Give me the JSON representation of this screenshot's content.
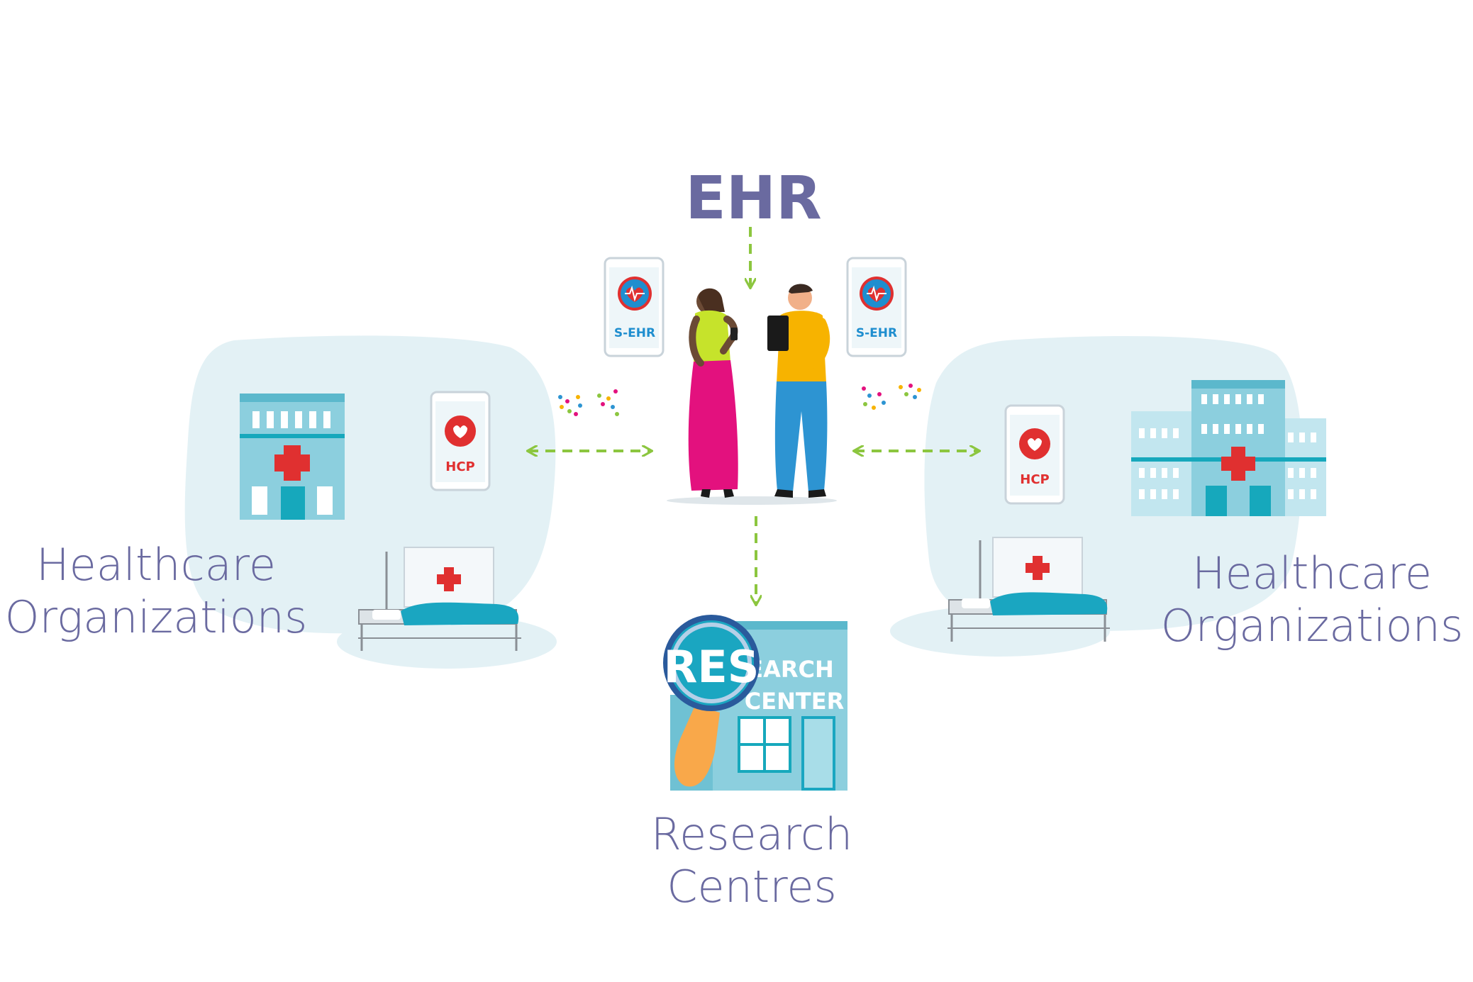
{
  "title": "EHR",
  "phones": {
    "patient_left": "S-EHR",
    "patient_right": "S-EHR",
    "hcp_left": "HCP",
    "hcp_right": "HCP"
  },
  "labels": {
    "left_org": [
      "Healthcare",
      "Organizations"
    ],
    "right_org": [
      "Healthcare",
      "Organizations"
    ],
    "research": [
      "Research",
      "Centres"
    ]
  },
  "research_sign": {
    "magnified": "RES",
    "line1": "EARCH",
    "line2": "CENTER"
  },
  "colors": {
    "label_text": "#6a6aa0",
    "arrow": "#8cc63f",
    "blob": "#e3f1f5",
    "building": "#8ccfde",
    "building_dark": "#16a8bc",
    "cross": "#e03030",
    "phone_text_blue": "#1f8ecf",
    "phone_text_red": "#e03030"
  },
  "icons": [
    "hospital-icon",
    "hospital-bed-icon",
    "smartphone-icon",
    "heart-icon",
    "patient-figure-icon",
    "doctor-figure-icon",
    "magnifier-icon",
    "research-building-icon",
    "data-dots-icon"
  ]
}
